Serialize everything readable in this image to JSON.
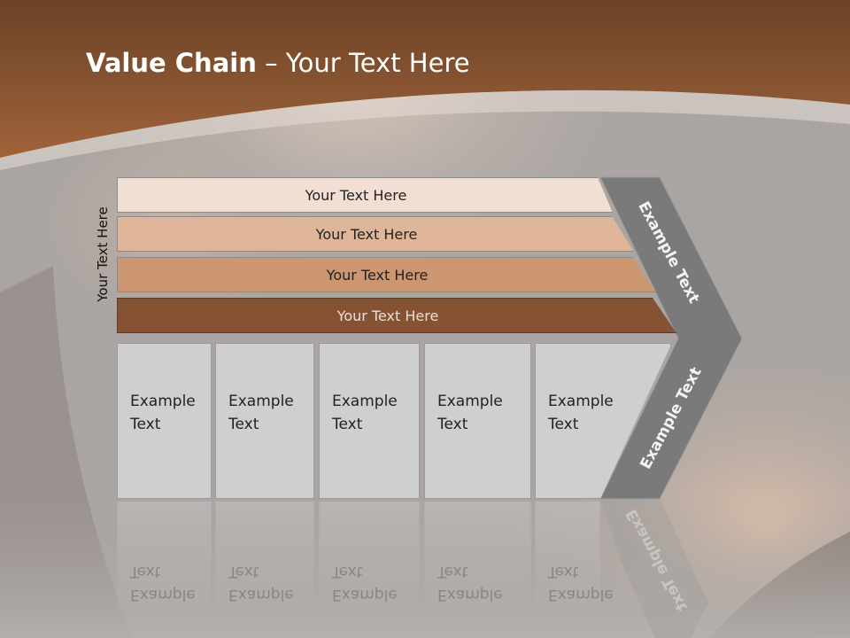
{
  "title": {
    "bold": "Value Chain",
    "rest": " – Your Text Here"
  },
  "side_label": "Your Text Here",
  "bars": [
    {
      "label": "Your Text Here"
    },
    {
      "label": "Your Text Here"
    },
    {
      "label": "Your Text Here"
    },
    {
      "label": "Your Text Here"
    }
  ],
  "columns": [
    {
      "label": "Example\nText"
    },
    {
      "label": "Example\nText"
    },
    {
      "label": "Example\nText"
    },
    {
      "label": "Example\nText"
    },
    {
      "label": "Example\nText"
    }
  ],
  "chevron": {
    "top_label": "Example Text",
    "bottom_label": "Example Text"
  },
  "colors": {
    "header": "#8b5431",
    "bar1": "#f0dfd2",
    "bar2": "#dfb699",
    "bar3": "#cc9670",
    "bar4": "#855233",
    "chevron": "#7a7a7a"
  }
}
